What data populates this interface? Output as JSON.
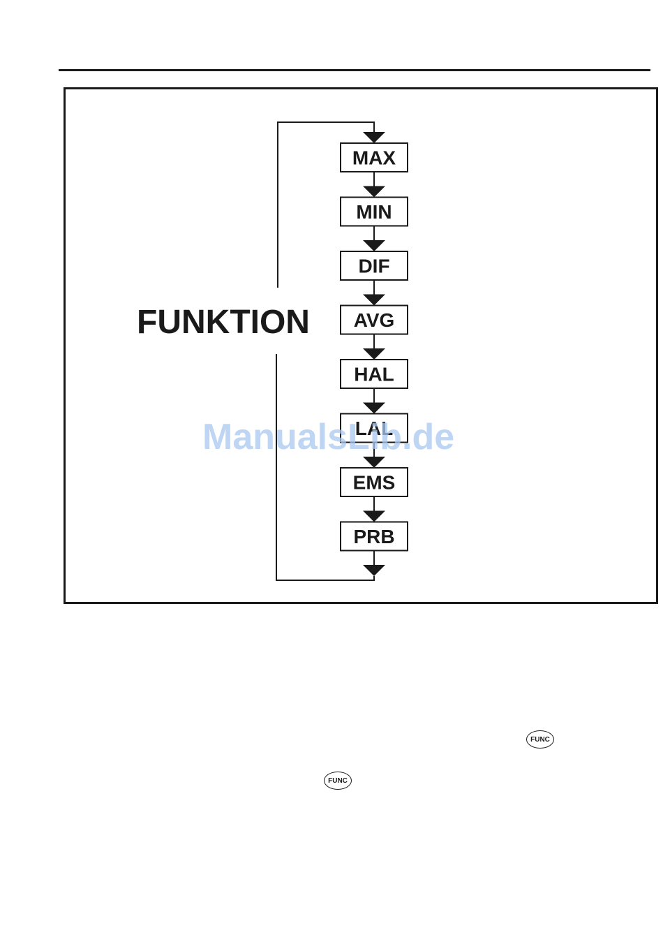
{
  "diagram": {
    "title": "FUNKTION",
    "steps": [
      "MAX",
      "MIN",
      "DIF",
      "AVG",
      "HAL",
      "LAL",
      "EMS",
      "PRB"
    ]
  },
  "watermark": "ManualsLib.de",
  "buttons": {
    "func_1": "FUNC",
    "func_2": "FUNC"
  }
}
